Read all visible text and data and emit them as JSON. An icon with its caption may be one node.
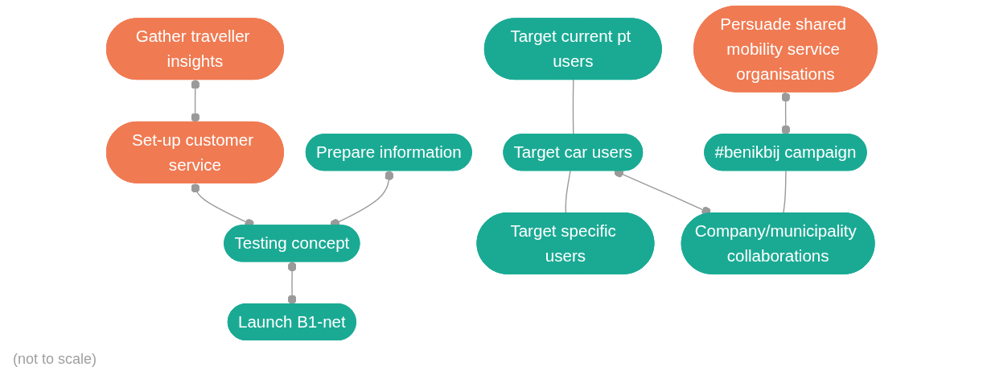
{
  "diagram": {
    "nodes": [
      {
        "text": [
          "Gather traveller insights"
        ]
      },
      {
        "text": [
          "Set-up customer service"
        ]
      },
      {
        "text": [
          "Persuade shared mobility service organisations"
        ]
      },
      {
        "text": [
          "Prepare information"
        ]
      },
      {
        "text": [
          "Target current pt users"
        ]
      },
      {
        "text": [
          "Target car users"
        ]
      },
      {
        "text": [
          "Target specific users"
        ]
      },
      {
        "text": [
          "Testing concept"
        ]
      },
      {
        "text": [
          "Launch B1-net"
        ]
      },
      {
        "text": [
          "#benikbij campaign"
        ]
      },
      {
        "text": [
          "Company/municipality collaborations"
        ]
      }
    ],
    "edges": [
      {
        "from": 0,
        "to": 1,
        "arrow": "other"
      },
      {
        "from": 1,
        "to": 7,
        "arrow": "other"
      },
      {
        "from": 3,
        "to": 7,
        "arrow": "other"
      },
      {
        "from": 7,
        "to": 8,
        "arrow": "other"
      },
      {
        "from": 2,
        "to": 9,
        "arrow": "other"
      },
      {
        "from": 4,
        "to": 5,
        "arrow": "none"
      },
      {
        "from": 5,
        "to": 6,
        "arrow": "none"
      },
      {
        "from": 5,
        "to": 10,
        "arrow": "other"
      },
      {
        "from": 9,
        "to": 10,
        "arrow": "none"
      }
    ],
    "labels": [
      "(not to scale)"
    ]
  }
}
